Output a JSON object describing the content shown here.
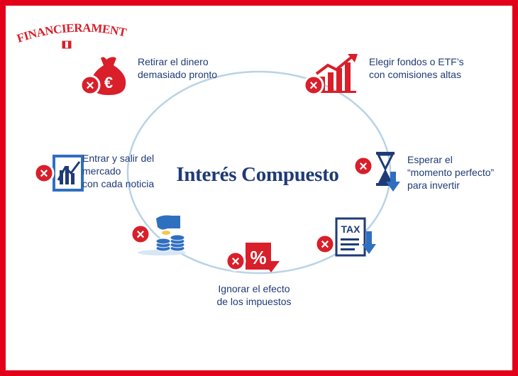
{
  "brand": {
    "logo_text": "FINANCIERAMENTE",
    "accent_color": "#e2001a",
    "navy_color": "#1f3b76",
    "blue_color": "#2f6fc0"
  },
  "diagram": {
    "center_title": "Interés Compuesto",
    "nodes": [
      {
        "id": "retirar",
        "icon": "money-bag-euro-icon",
        "lines": [
          "Retirar el dinero",
          "demasiado pronto"
        ]
      },
      {
        "id": "fondos",
        "icon": "rising-chart-icon",
        "lines": [
          "Elegir fondos o ETF’s",
          "con comisiones altas"
        ]
      },
      {
        "id": "esperar",
        "icon": "hourglass-down-icon",
        "lines": [
          "Esperar el",
          "“momento perfecto”",
          "para invertir"
        ]
      },
      {
        "id": "tax",
        "icon": "tax-document-icon",
        "lines": []
      },
      {
        "id": "impuestos",
        "icon": "percent-down-icon",
        "lines": [
          "Ignorar el efecto",
          "de los impuestos"
        ]
      },
      {
        "id": "coins",
        "icon": "hand-coins-icon",
        "lines": []
      },
      {
        "id": "entrar",
        "icon": "market-chart-icon",
        "lines": [
          "Entrar y salir del",
          "mercado",
          "con cada noticia"
        ]
      }
    ],
    "tax_icon_text": "TAX",
    "percent_symbol": "%",
    "euro_symbol": "€",
    "x_mark": "×"
  }
}
